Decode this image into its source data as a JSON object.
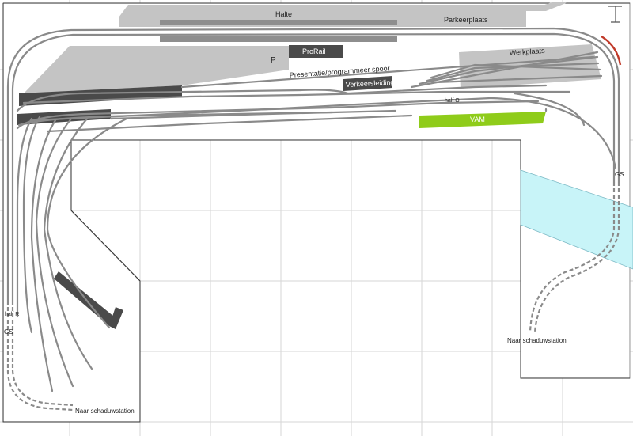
{
  "labels": {
    "halte": "Halte",
    "parkeerplaats": "Parkeerplaats",
    "prorail": "ProRail",
    "p": "P",
    "werkplaats": "Werkplaats",
    "presentatie": "Presentatie/programmeer spoor",
    "verkeersleiding": "Verkeersleiding",
    "half_o": "half O",
    "vam": "VAM",
    "half_r": "half R",
    "gs_left": "GS",
    "gs_right": "GS",
    "naar_left": "Naar schaduwstation",
    "naar_right": "Naar schaduwstation"
  },
  "colors": {
    "building": "#c4c4c4",
    "platform_dark": "#4a4a4a",
    "vam": "#8fcc1a",
    "water": "#c8f4f8",
    "track": "#8a8a8a",
    "track_special": "#c03a2a",
    "grid": "#d6d6d6"
  }
}
